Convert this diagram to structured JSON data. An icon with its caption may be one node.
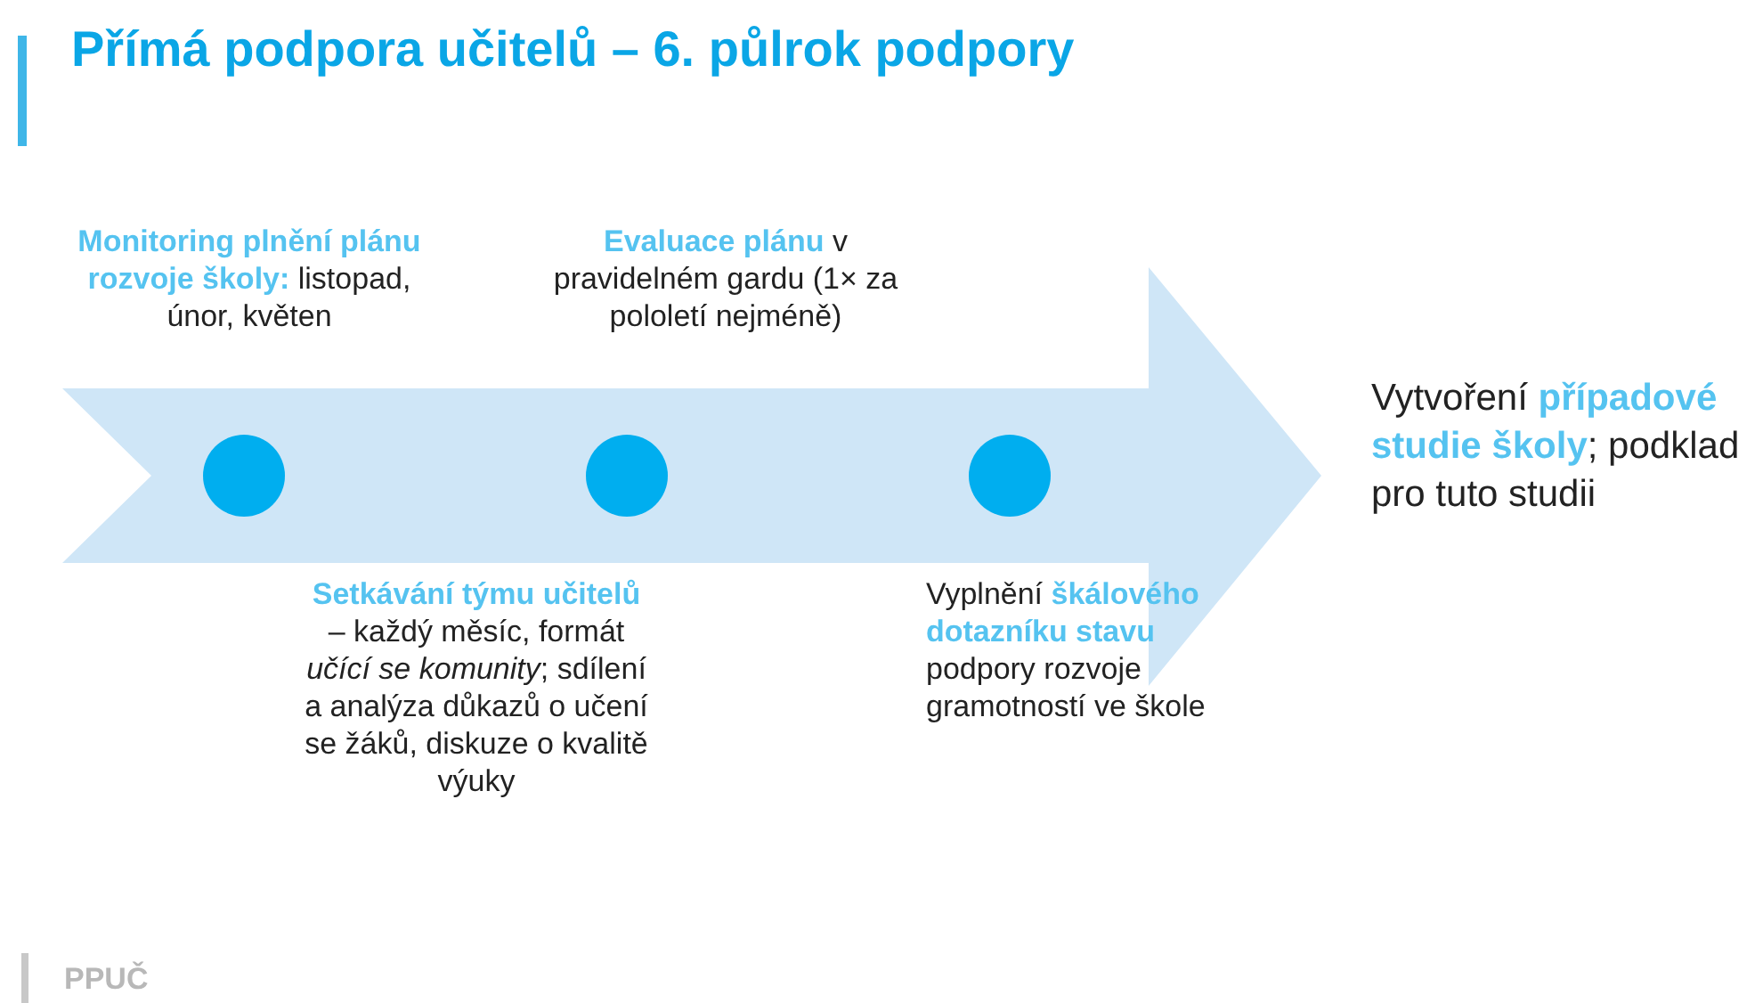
{
  "diagram": {
    "title": "Přímá podpora učitelů – 6. půlrok podpory",
    "nodes": [
      {
        "text": [],
        "shape": "arrow"
      },
      {
        "text": [],
        "shape": "circle",
        "in": 0,
        "beside": [
          "**Monitoring plnění plánu rozvoje školy:** listopad, únor, květen"
        ]
      },
      {
        "text": [],
        "shape": "circle",
        "in": 0,
        "beside": [
          "**Evaluace plánu** v pravidelném gardu (1× za pololetí nejméně)",
          "**Setkávání týmu učitelů** – každý měsíc, formát *učící se komunity*; sdílení a analýza důkazů o učení se žáků, diskuze o kvalitě výuky"
        ]
      },
      {
        "text": [],
        "shape": "circle",
        "in": 0,
        "beside": [
          "Vyplnění **škálového dotazníku stavu** podpory rozvoje gramotností ve škole"
        ]
      }
    ],
    "labels": [
      "Vytvoření **případové studie školy**; podklad pro tuto studii",
      "PPUČ"
    ]
  }
}
